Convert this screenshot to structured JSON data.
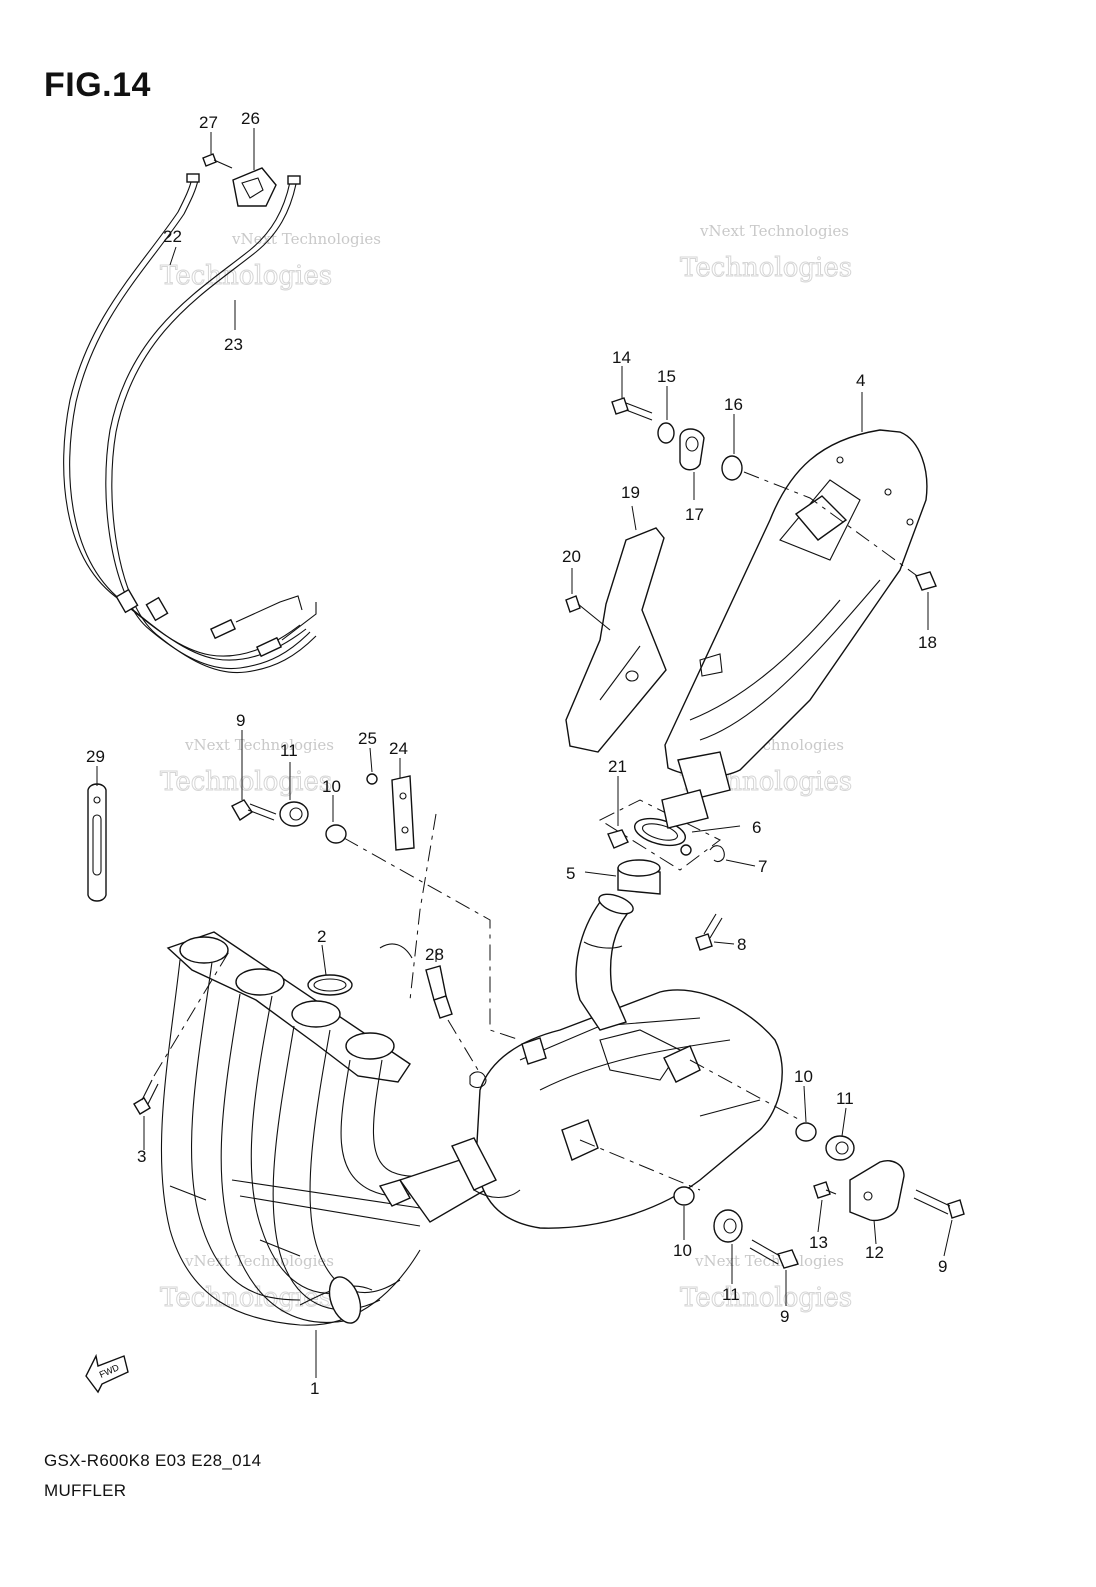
{
  "figure": {
    "title": "FIG.14"
  },
  "footer": {
    "model_code": "GSX-R600K8 E03 E28_014",
    "section_name": "MUFFLER"
  },
  "watermark": {
    "line1": "vNext Technologies",
    "line2": "Technologies"
  },
  "fwd_label": "FWD",
  "callouts": {
    "c1": "1",
    "c2": "2",
    "c3": "3",
    "c4": "4",
    "c5": "5",
    "c6": "6",
    "c7": "7",
    "c8": "8",
    "c9a": "9",
    "c9b": "9",
    "c9c": "9",
    "c10a": "10",
    "c10b": "10",
    "c10c": "10",
    "c11a": "11",
    "c11b": "11",
    "c11c": "11",
    "c12": "12",
    "c13": "13",
    "c14": "14",
    "c15": "15",
    "c16": "16",
    "c17": "17",
    "c18": "18",
    "c19": "19",
    "c20": "20",
    "c21": "21",
    "c22": "22",
    "c23": "23",
    "c24": "24",
    "c25": "25",
    "c26": "26",
    "c27": "27",
    "c28": "28",
    "c29": "29"
  }
}
